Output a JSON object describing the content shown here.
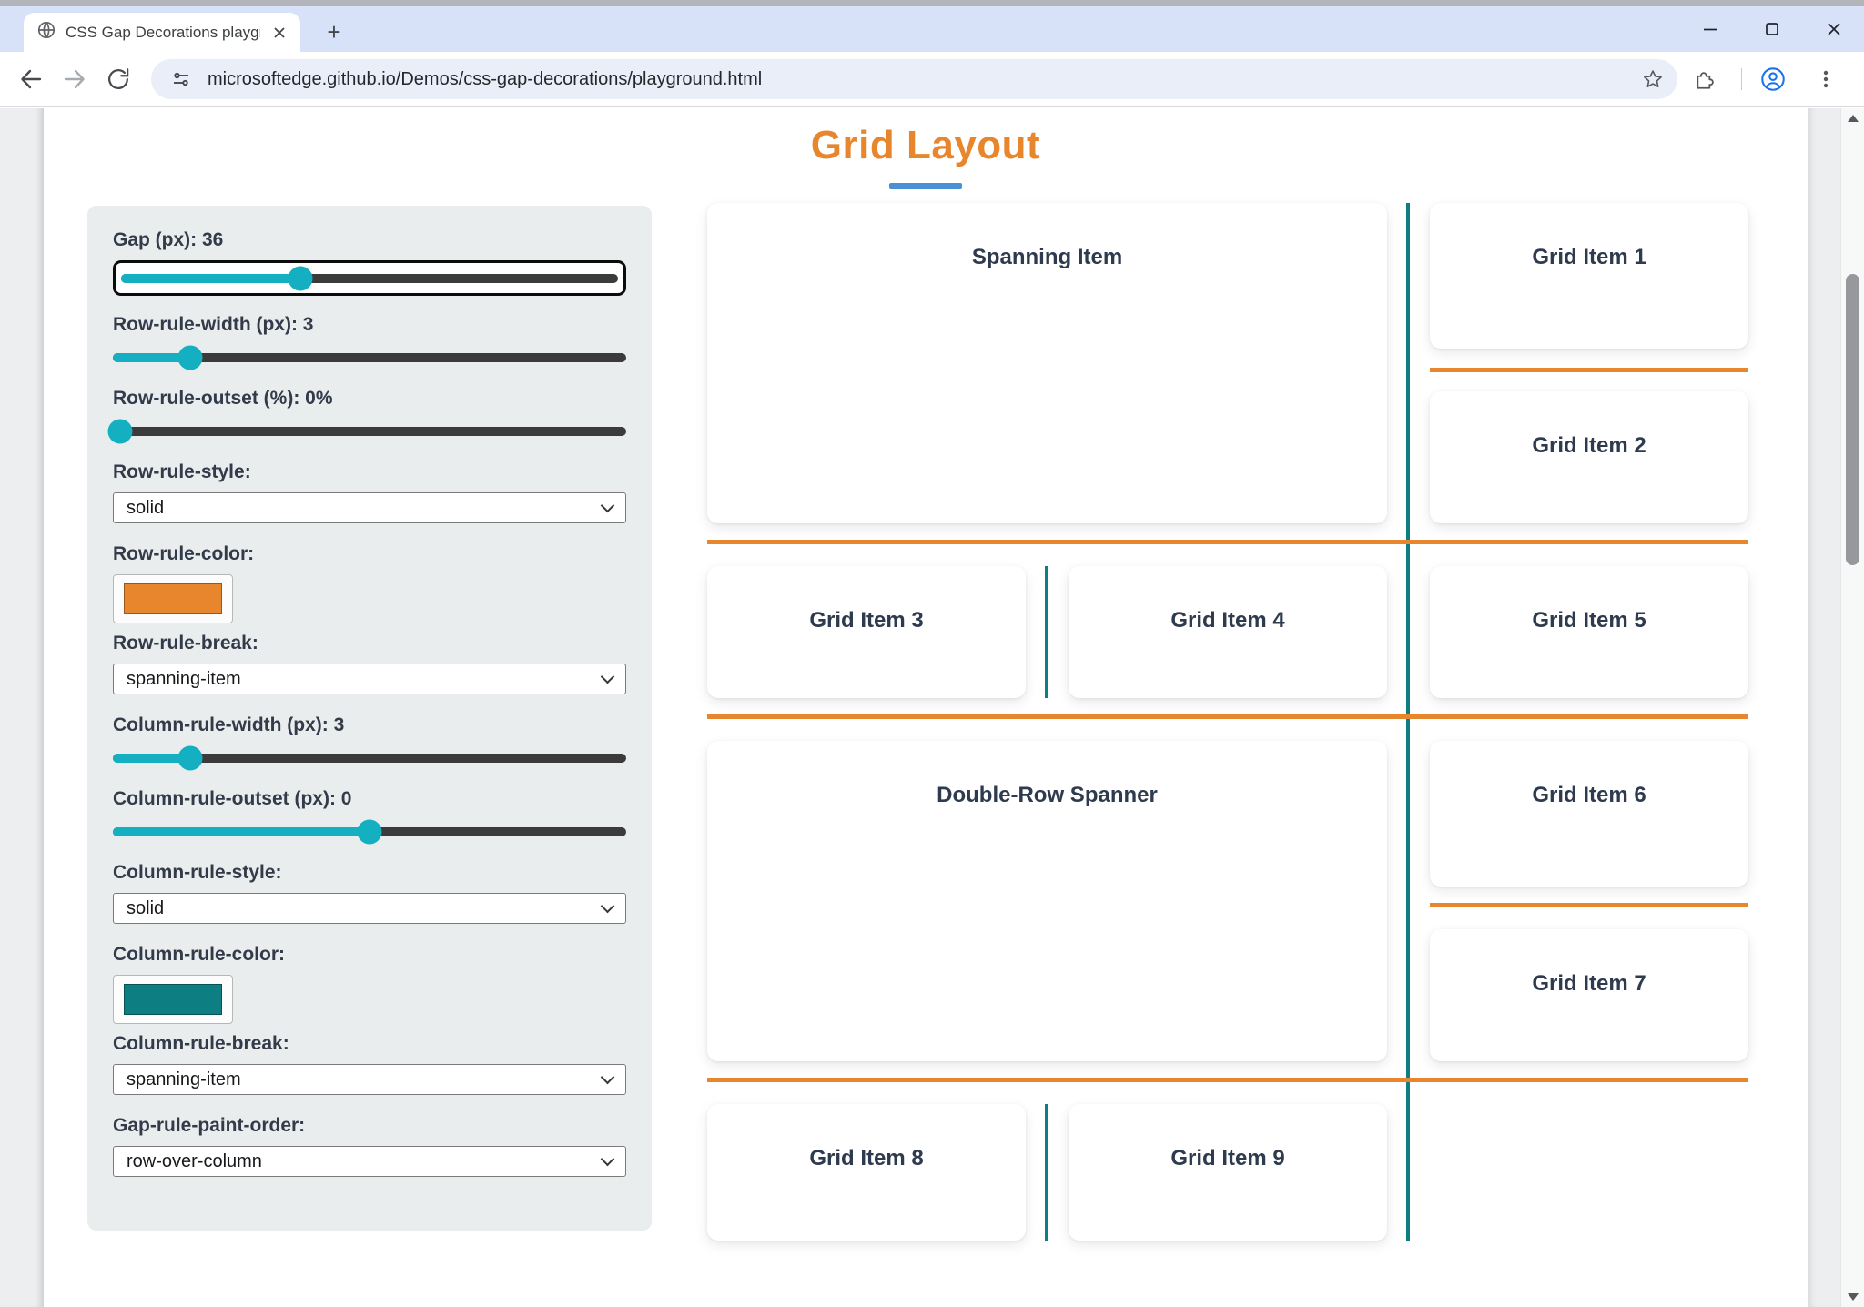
{
  "browser": {
    "tab_title": "CSS Gap Decorations playgroun",
    "new_tab_label": "+",
    "url": "microsoftedge.github.io/Demos/css-gap-decorations/playground.html"
  },
  "page": {
    "title": "Grid Layout"
  },
  "colors": {
    "orange": "#e8862d",
    "blue_underline": "#4a90d4",
    "teal": "#0d7f82",
    "slider_teal": "#14b0c2"
  },
  "controls": {
    "gap": {
      "label": "Gap (px): 36",
      "fill": "36%"
    },
    "row_rule_width": {
      "label": "Row-rule-width (px): 3",
      "fill": "15%"
    },
    "row_rule_outset": {
      "label": "Row-rule-outset (%): 0%",
      "fill": "1.5%"
    },
    "row_rule_style": {
      "label": "Row-rule-style:",
      "value": "solid"
    },
    "row_rule_color": {
      "label": "Row-rule-color:",
      "value": "#e8862d"
    },
    "row_rule_break": {
      "label": "Row-rule-break:",
      "value": "spanning-item"
    },
    "column_rule_width": {
      "label": "Column-rule-width (px): 3",
      "fill": "15%"
    },
    "column_rule_outset": {
      "label": "Column-rule-outset (px): 0",
      "fill": "50%"
    },
    "column_rule_style": {
      "label": "Column-rule-style:",
      "value": "solid"
    },
    "column_rule_color": {
      "label": "Column-rule-color:",
      "value": "#0d7f82"
    },
    "column_rule_break": {
      "label": "Column-rule-break:",
      "value": "spanning-item"
    },
    "gap_rule_paint_order": {
      "label": "Gap-rule-paint-order:",
      "value": "row-over-column"
    }
  },
  "grid": {
    "spanning_item": "Spanning Item",
    "item1": "Grid Item 1",
    "item2": "Grid Item 2",
    "item3": "Grid Item 3",
    "item4": "Grid Item 4",
    "item5": "Grid Item 5",
    "double_row_spanner": "Double-Row Spanner",
    "item6": "Grid Item 6",
    "item7": "Grid Item 7",
    "item8": "Grid Item 8",
    "item9": "Grid Item 9"
  }
}
